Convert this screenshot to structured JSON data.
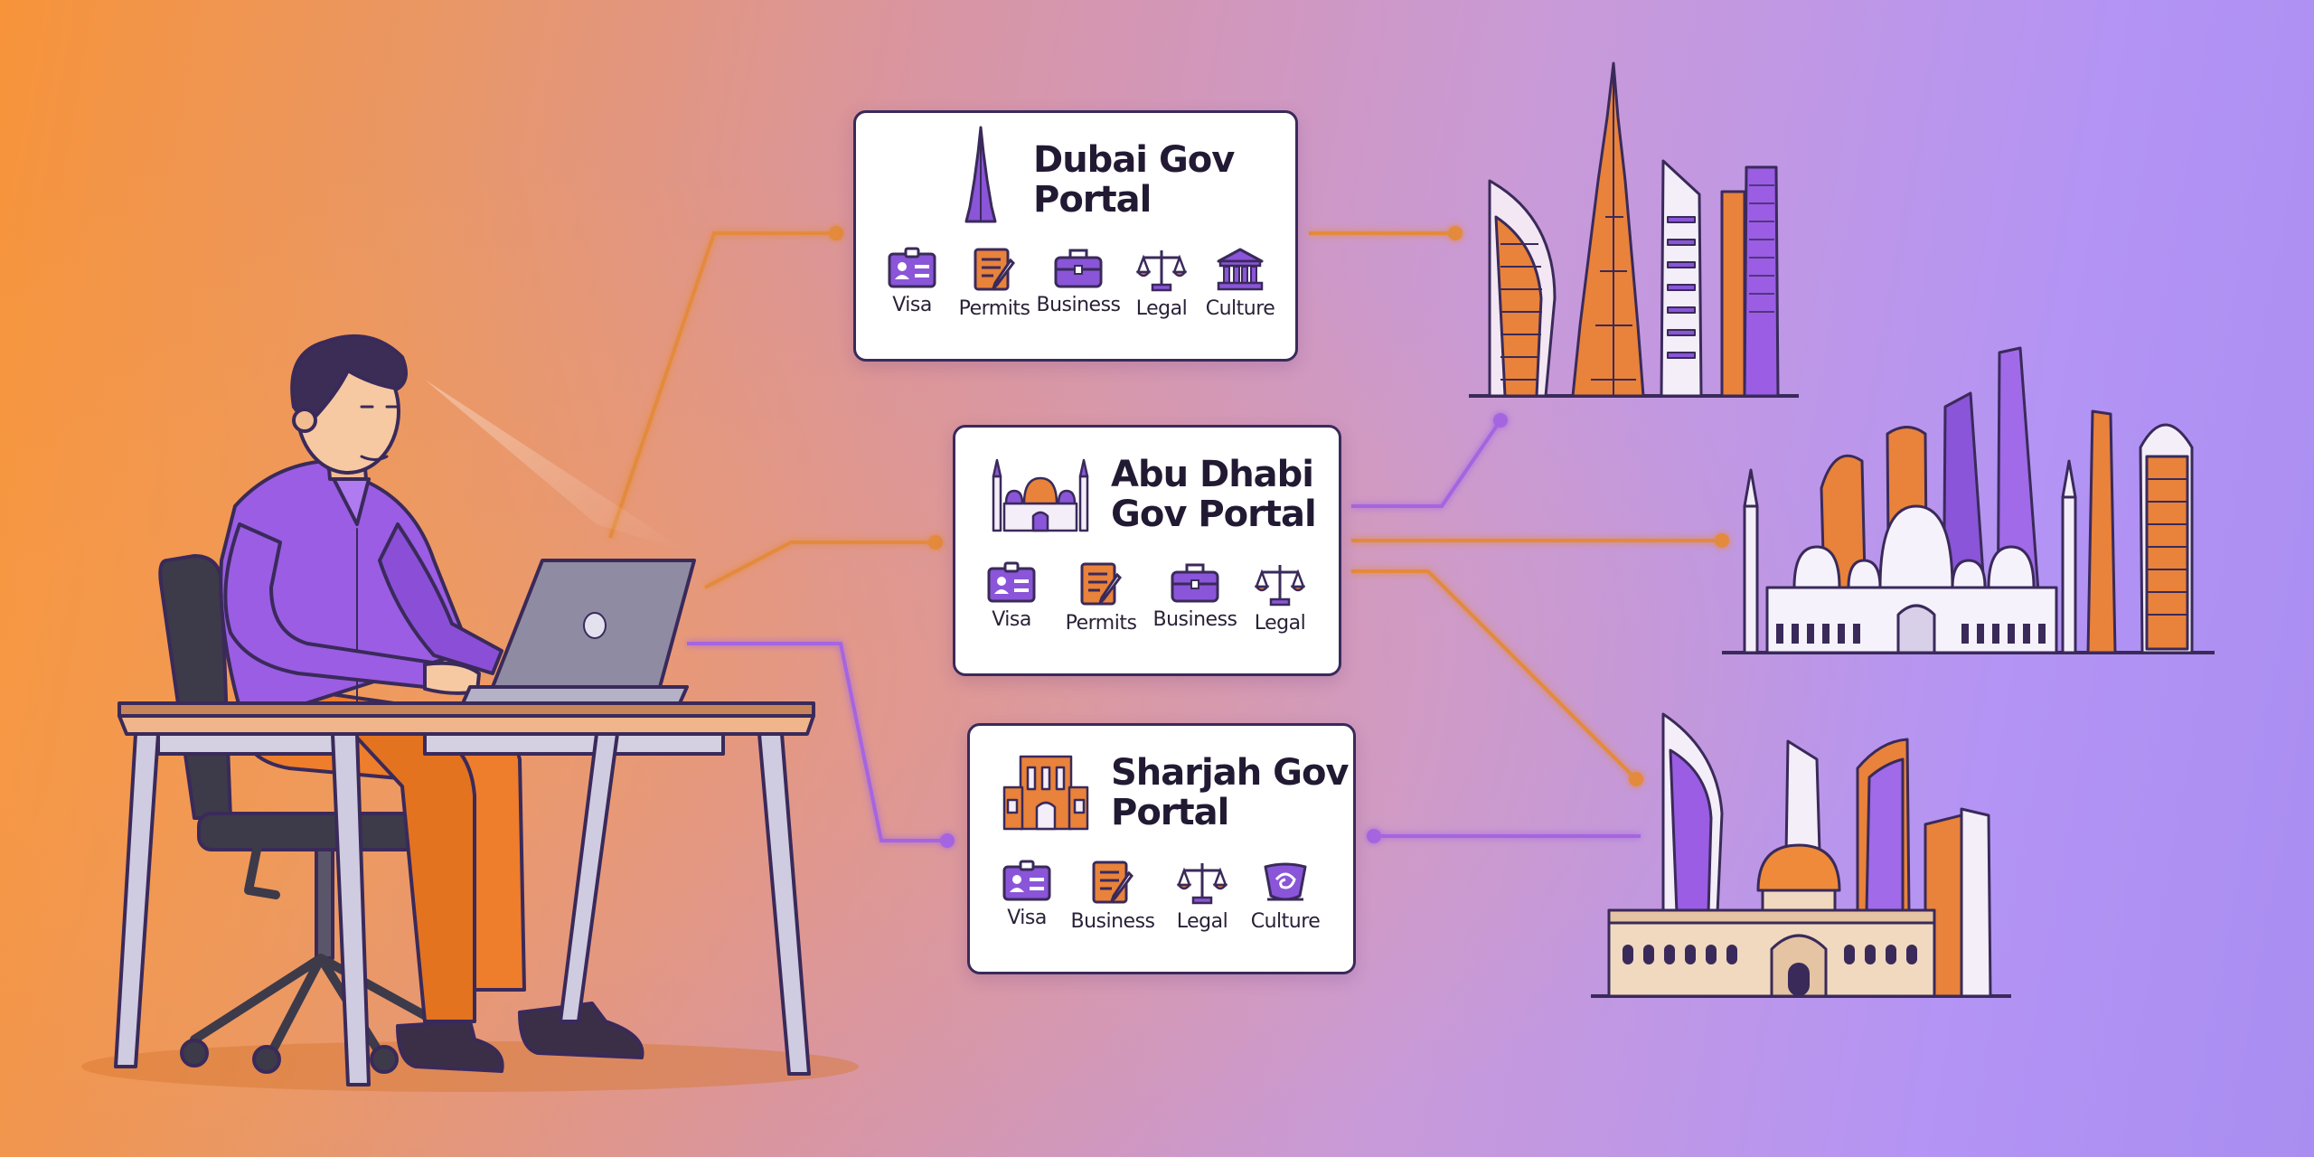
{
  "portals": [
    {
      "title_line1": "Dubai Gov",
      "title_line2": "Portal",
      "services": [
        {
          "label": "Visa",
          "icon": "id-card-icon"
        },
        {
          "label": "Permits",
          "icon": "document-pen-icon"
        },
        {
          "label": "Business",
          "icon": "briefcase-icon"
        },
        {
          "label": "Legal",
          "icon": "scales-icon"
        },
        {
          "label": "Culture",
          "icon": "museum-icon"
        }
      ]
    },
    {
      "title_line1": "Abu Dhabi",
      "title_line2": "Gov Portal",
      "services": [
        {
          "label": "Visa",
          "icon": "id-card-icon"
        },
        {
          "label": "Permits",
          "icon": "document-pen-icon"
        },
        {
          "label": "Business",
          "icon": "briefcase-icon"
        },
        {
          "label": "Legal",
          "icon": "scales-icon"
        }
      ]
    },
    {
      "title_line1": "Sharjah Gov",
      "title_line2": "Portal",
      "services": [
        {
          "label": "Visa",
          "icon": "id-card-icon"
        },
        {
          "label": "Business",
          "icon": "document-pen-icon"
        },
        {
          "label": "Legal",
          "icon": "scales-icon"
        },
        {
          "label": "Culture",
          "icon": "cultural-artifact-icon"
        }
      ]
    }
  ],
  "colors": {
    "purple": "#8a55d8",
    "orange": "#e9823a",
    "outline": "#3a2a5a"
  }
}
